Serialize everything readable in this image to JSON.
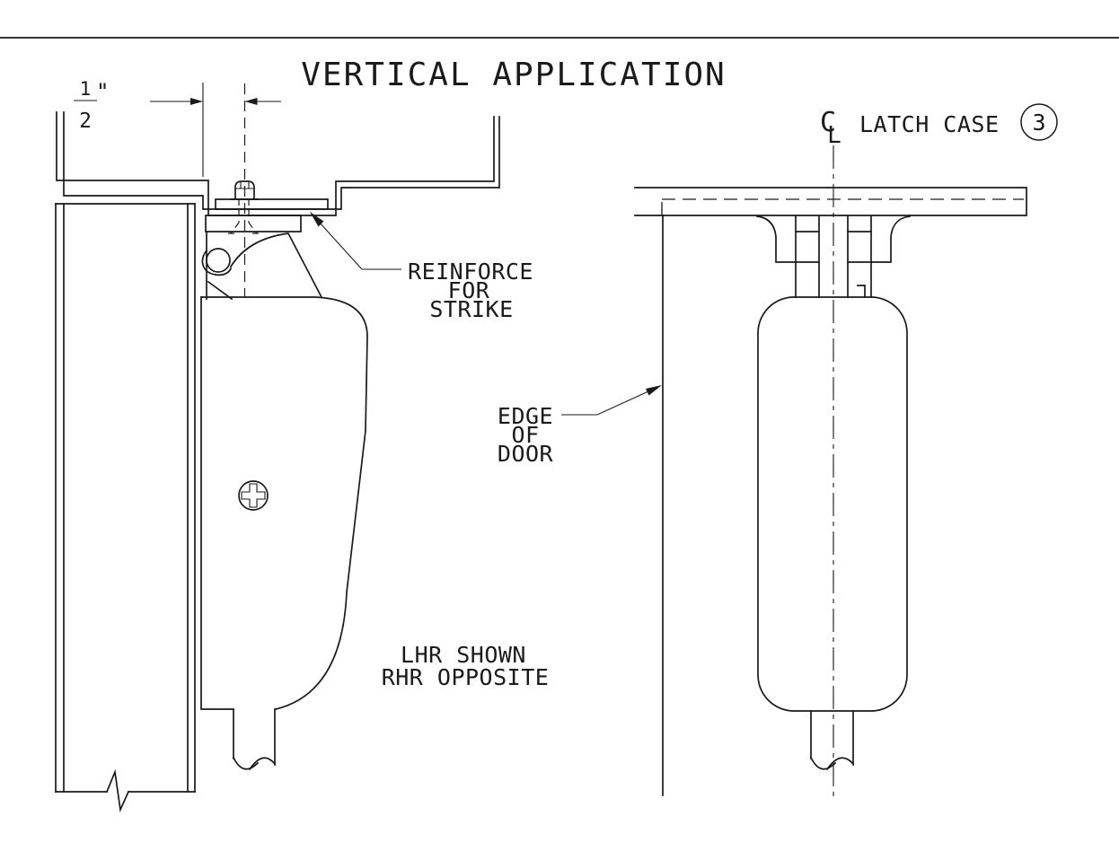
{
  "drawing": {
    "title": "VERTICAL APPLICATION",
    "line_color": "#1a1a1a",
    "dimension_half_inch": {
      "numerator": "1",
      "denominator": "2",
      "unit_mark": "\""
    },
    "labels": {
      "reinforce": {
        "line1": "REINFORCE",
        "line2": "FOR",
        "line3": "STRIKE"
      },
      "edge_of_door": {
        "line1": "EDGE",
        "line2": "OF",
        "line3": "DOOR"
      },
      "handing": {
        "line1": "LHR SHOWN",
        "line2": "RHR OPPOSITE"
      },
      "latch_case": {
        "centerline_c": "C",
        "centerline_l": "L",
        "label": "LATCH CASE",
        "detail_number": "3"
      }
    }
  }
}
